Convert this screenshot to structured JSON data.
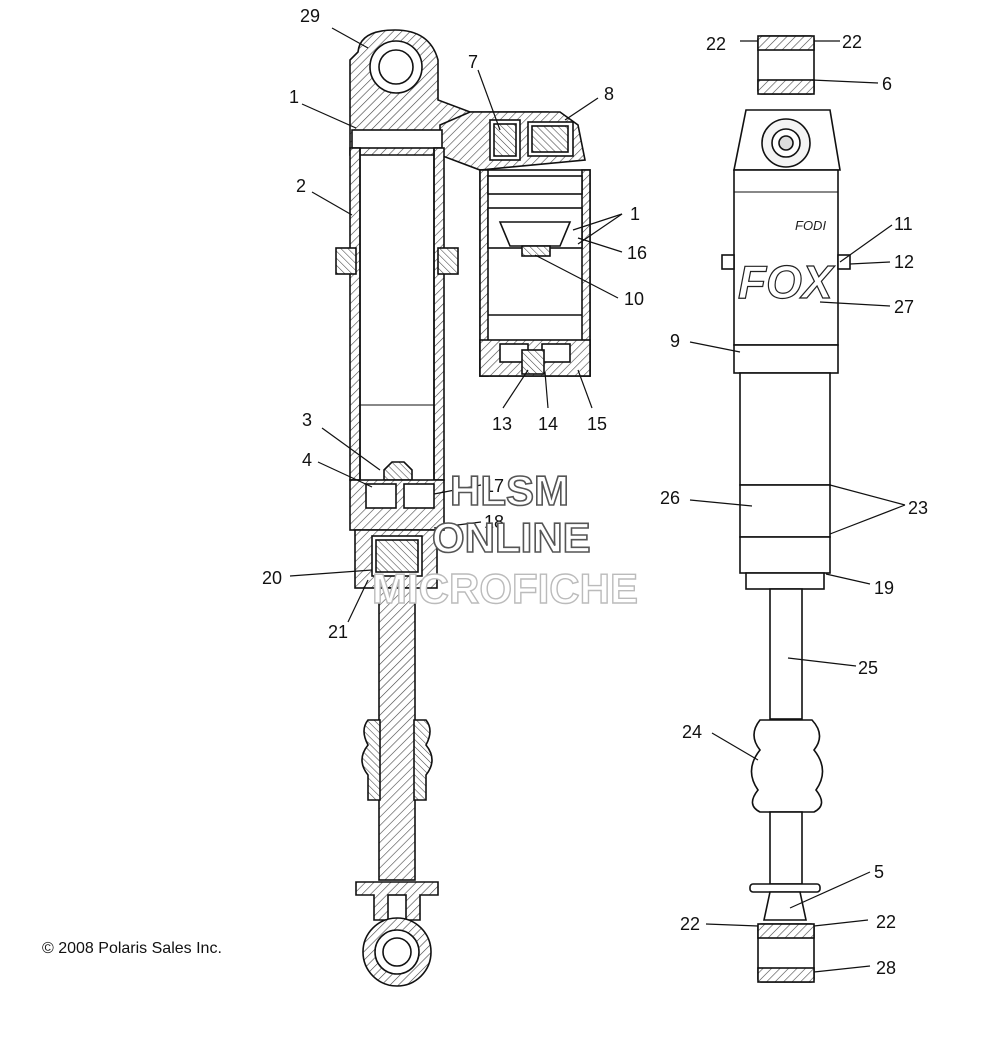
{
  "copyright": "© 2008 Polaris Sales Inc.",
  "watermark": {
    "line1": "HLSM",
    "line2": "ONLINE",
    "line3": "MICROFICHE"
  },
  "brand_mark": {
    "logo_text": "FOX",
    "model_text": "FODI"
  },
  "callouts": {
    "c29": "29",
    "c1a": "1",
    "c7": "7",
    "c8": "8",
    "c2": "2",
    "c1b": "1",
    "c16": "16",
    "c10": "10",
    "c13": "13",
    "c14": "14",
    "c15": "15",
    "c3": "3",
    "c4": "4",
    "c17": "17",
    "c18": "18",
    "c20": "20",
    "c21": "21",
    "c22a": "22",
    "c22b": "22",
    "c6": "6",
    "c11": "11",
    "c12": "12",
    "c27": "27",
    "c9": "9",
    "c26": "26",
    "c23": "23",
    "c19": "19",
    "c25": "25",
    "c24": "24",
    "c5": "5",
    "c22c": "22",
    "c22d": "22",
    "c28": "28"
  }
}
